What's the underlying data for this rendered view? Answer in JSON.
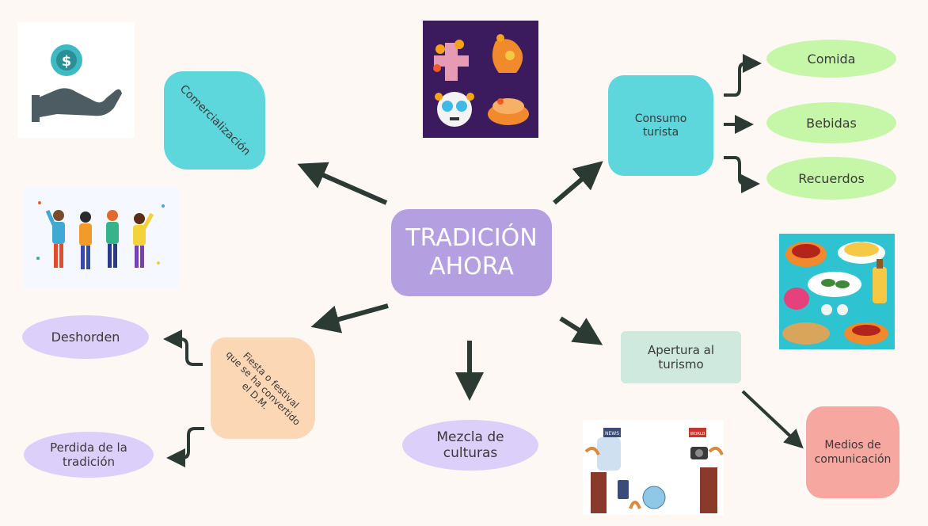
{
  "center": {
    "label_line1": "TRADICIÓN",
    "label_line2": "AHORA"
  },
  "comercializacion": {
    "label": "Comercialización"
  },
  "consumo": {
    "label_line1": "Consumo",
    "label_line2": "turista"
  },
  "consumo_items": [
    "Comida",
    "Bebidas",
    "Recuerdos"
  ],
  "fiesta": {
    "label_line1": "Fiesta o festival",
    "label_line2": "que se ha convertido",
    "label_line3": "el D.M."
  },
  "deshorden": {
    "label": "Deshorden"
  },
  "perdida": {
    "label_line1": "Perdida de la",
    "label_line2": "tradición"
  },
  "mezcla": {
    "label_line1": "Mezcla de",
    "label_line2": "culturas"
  },
  "apertura": {
    "label_line1": "Apertura al",
    "label_line2": "turismo"
  },
  "medios": {
    "label_line1": "Medios de",
    "label_line2": "comunicación"
  },
  "news_image": {
    "badge_left": "NEWS",
    "badge_right": "WORLD"
  },
  "colors": {
    "center": "#b49fe0",
    "comercializacion": "#5dd6dc",
    "consumo": "#5dd6dc",
    "items": "#c6f7a8",
    "fiesta": "#fcd7b6",
    "lavender": "#dccffa",
    "apertura": "#cfe9df",
    "medios": "#f6a7a0",
    "arrow": "#2b3a33"
  }
}
